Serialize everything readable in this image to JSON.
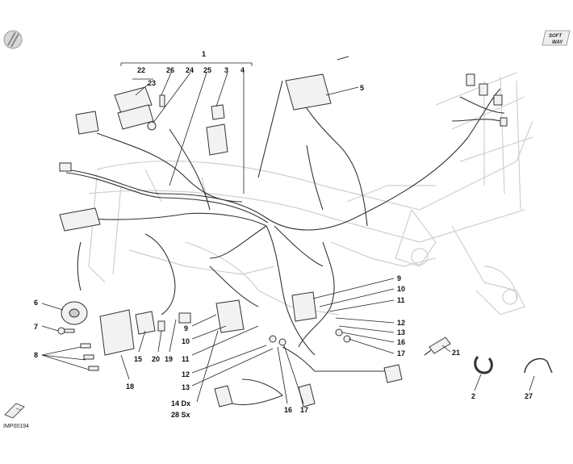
{
  "diagram": {
    "code": "IMP00194",
    "badge": [
      "SOFT",
      "WAY"
    ],
    "callouts": {
      "c1": "1",
      "c22": "22",
      "c26": "26",
      "c24": "24",
      "c25": "25",
      "c3": "3",
      "c4": "4",
      "c23": "23",
      "c5": "5",
      "c6": "6",
      "c7": "7",
      "c8": "8",
      "c18": "18",
      "c15": "15",
      "c20": "20",
      "c19": "19",
      "c9a": "9",
      "c10a": "10",
      "c11a": "11",
      "c12a": "12",
      "c13a": "13",
      "c14": "14 Dx",
      "c28": "28 Sx",
      "c9b": "9",
      "c10b": "10",
      "c11b": "11",
      "c12b": "12",
      "c13b": "13",
      "c16b": "16",
      "c17b": "17",
      "c16a": "16",
      "c17a": "17",
      "c21": "21",
      "c2": "2",
      "c27": "27"
    }
  }
}
